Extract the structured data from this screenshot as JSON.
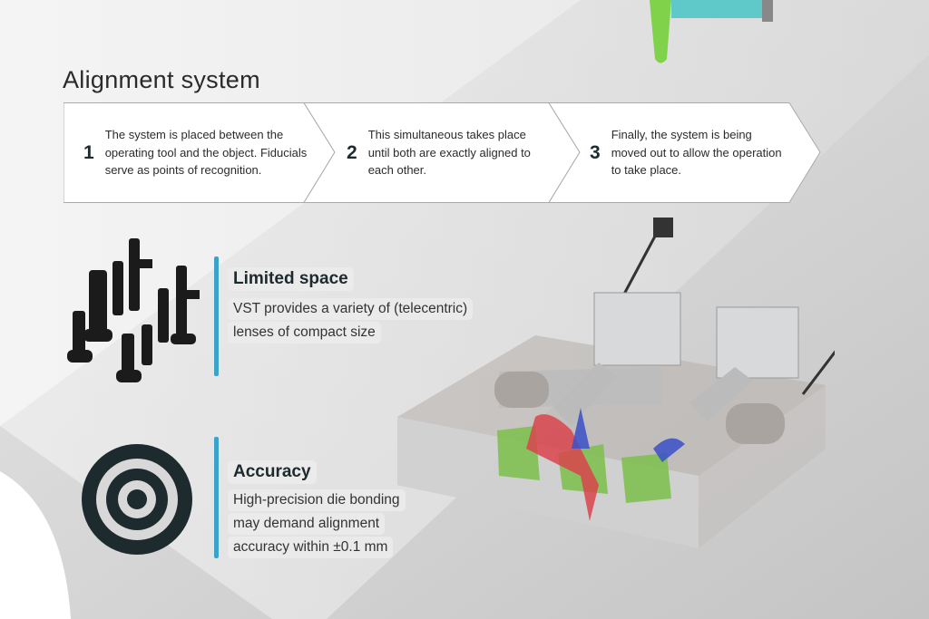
{
  "title": "Alignment system",
  "steps": [
    {
      "number": "1",
      "text": "The system is placed between the operating tool and the object. Fiducials serve as points of recognition."
    },
    {
      "number": "2",
      "text": "This simultaneous takes place until both are exactly aligned to each other."
    },
    {
      "number": "3",
      "text": "Finally, the system is being moved out to allow the operation to take place."
    }
  ],
  "features": [
    {
      "heading": "Limited space",
      "lines": [
        "VST provides a variety of (telecentric)",
        "lenses of compact size"
      ],
      "icon": "lenses-icon"
    },
    {
      "heading": "Accuracy",
      "lines": [
        "High-precision die bonding",
        "may demand alignment",
        "accuracy within ±0.1 mm"
      ],
      "icon": "target-icon"
    }
  ],
  "colors": {
    "accent": "#3aa3c9",
    "dark": "#1d2a2e"
  }
}
